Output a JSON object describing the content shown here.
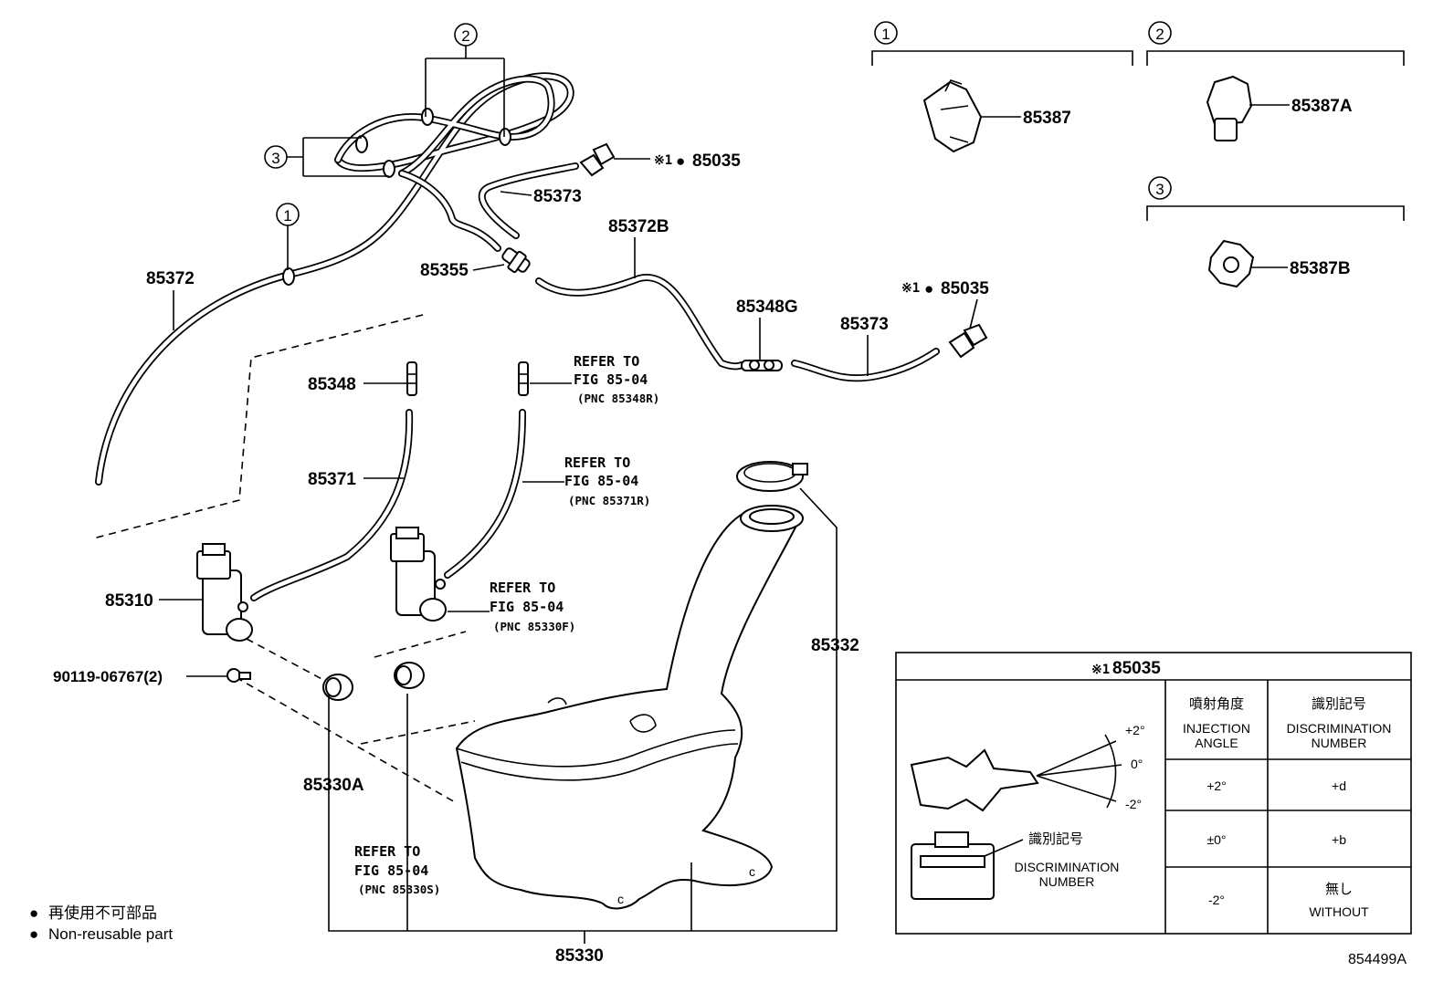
{
  "callouts": {
    "c1": "1",
    "c2": "2",
    "c3": "3"
  },
  "parts": {
    "p85372": "85372",
    "p85355": "85355",
    "p85373_top": "85373",
    "p85035_top": "85035",
    "p85372B": "85372B",
    "p85348G": "85348G",
    "p85373_right": "85373",
    "p85035_right": "85035",
    "p85348": "85348",
    "p85371": "85371",
    "p85310": "85310",
    "p90119": "90119-06767(2)",
    "p85330A": "85330A",
    "p85330": "85330",
    "p85332": "85332",
    "p85387": "85387",
    "p85387A": "85387A",
    "p85387B": "85387B"
  },
  "refs": {
    "r1": {
      "line1": "REFER TO",
      "line2": "FIG 85-04",
      "line3": "(PNC 85348R)"
    },
    "r2": {
      "line1": "REFER TO",
      "line2": "FIG 85-04",
      "line3": "(PNC 85371R)"
    },
    "r3": {
      "line1": "REFER TO",
      "line2": "FIG 85-04",
      "line3": "(PNC 85330F)"
    },
    "r4": {
      "line1": "REFER TO",
      "line2": "FIG 85-04",
      "line3": "(PNC 85330S)"
    }
  },
  "marks": {
    "note_mark": "※1",
    "dot": "●"
  },
  "table": {
    "title": "85035",
    "col1_jp": "噴射角度",
    "col1_en1": "INJECTION",
    "col1_en2": "ANGLE",
    "col2_jp": "識別記号",
    "col2_en1": "DISCRIMINATION",
    "col2_en2": "NUMBER",
    "rows": [
      {
        "angle": "+2°",
        "code": "+d"
      },
      {
        "angle": "±0°",
        "code": "+b"
      },
      {
        "angle": "-2°",
        "code_jp": "無し",
        "code_en": "WITHOUT"
      }
    ],
    "angle_p2": "+2°",
    "angle_0": "0°",
    "angle_m2": "-2°",
    "disc_jp": "識別記号",
    "disc_en1": "DISCRIMINATION",
    "disc_en2": "NUMBER"
  },
  "legend": {
    "jp": "再使用不可部品",
    "en": "Non-reusable part"
  },
  "figure_id": "854499A"
}
